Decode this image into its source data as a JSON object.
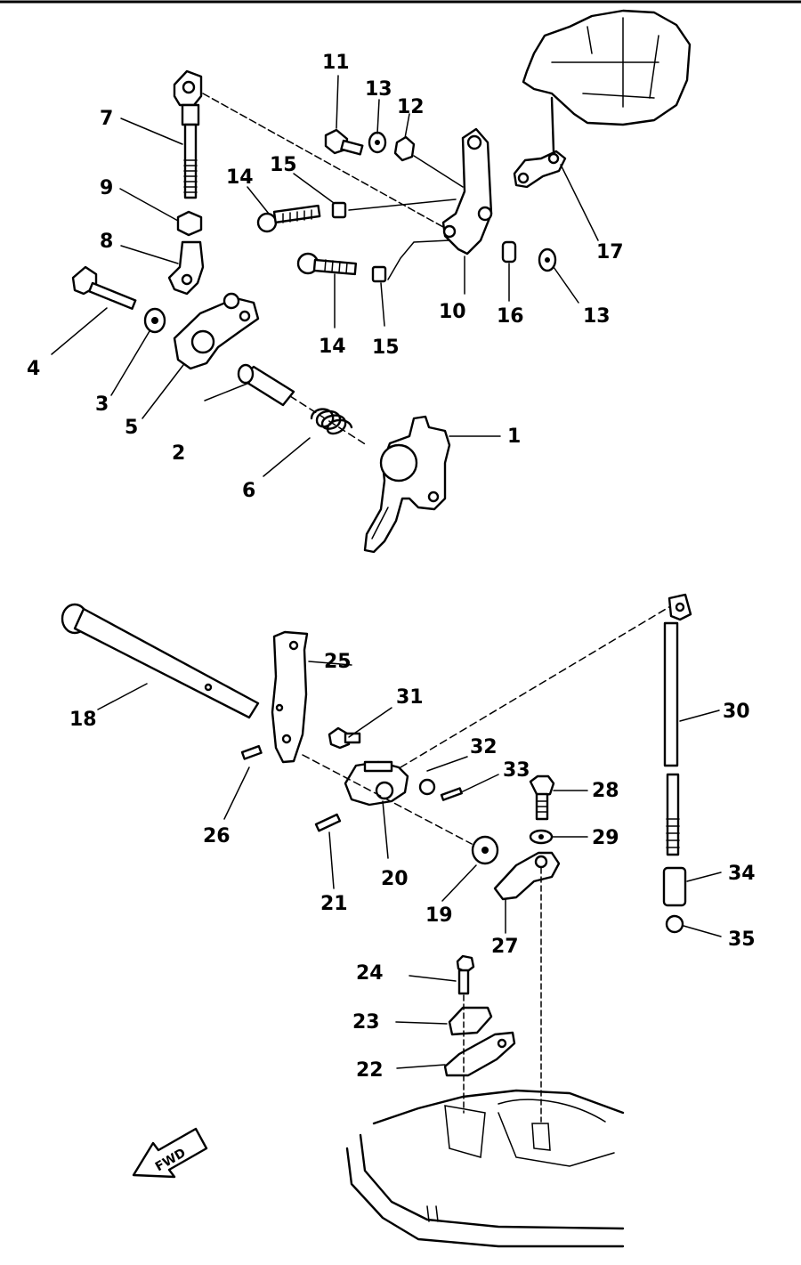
{
  "labels": {
    "l1": "1",
    "l2": "2",
    "l3": "3",
    "l4": "4",
    "l5": "5",
    "l6": "6",
    "l7": "7",
    "l8": "8",
    "l9": "9",
    "l10": "10",
    "l11": "11",
    "l12": "12",
    "l13a": "13",
    "l13b": "13",
    "l14a": "14",
    "l14b": "14",
    "l15a": "15",
    "l15b": "15",
    "l16": "16",
    "l17": "17",
    "l18": "18",
    "l19": "19",
    "l20": "20",
    "l21": "21",
    "l22": "22",
    "l23": "23",
    "l24": "24",
    "l25": "25",
    "l26": "26",
    "l27": "27",
    "l28": "28",
    "l29": "29",
    "l30": "30",
    "l31": "31",
    "l32": "32",
    "l33": "33",
    "l34": "34",
    "l35": "35"
  },
  "fwd_marker": "FWD"
}
